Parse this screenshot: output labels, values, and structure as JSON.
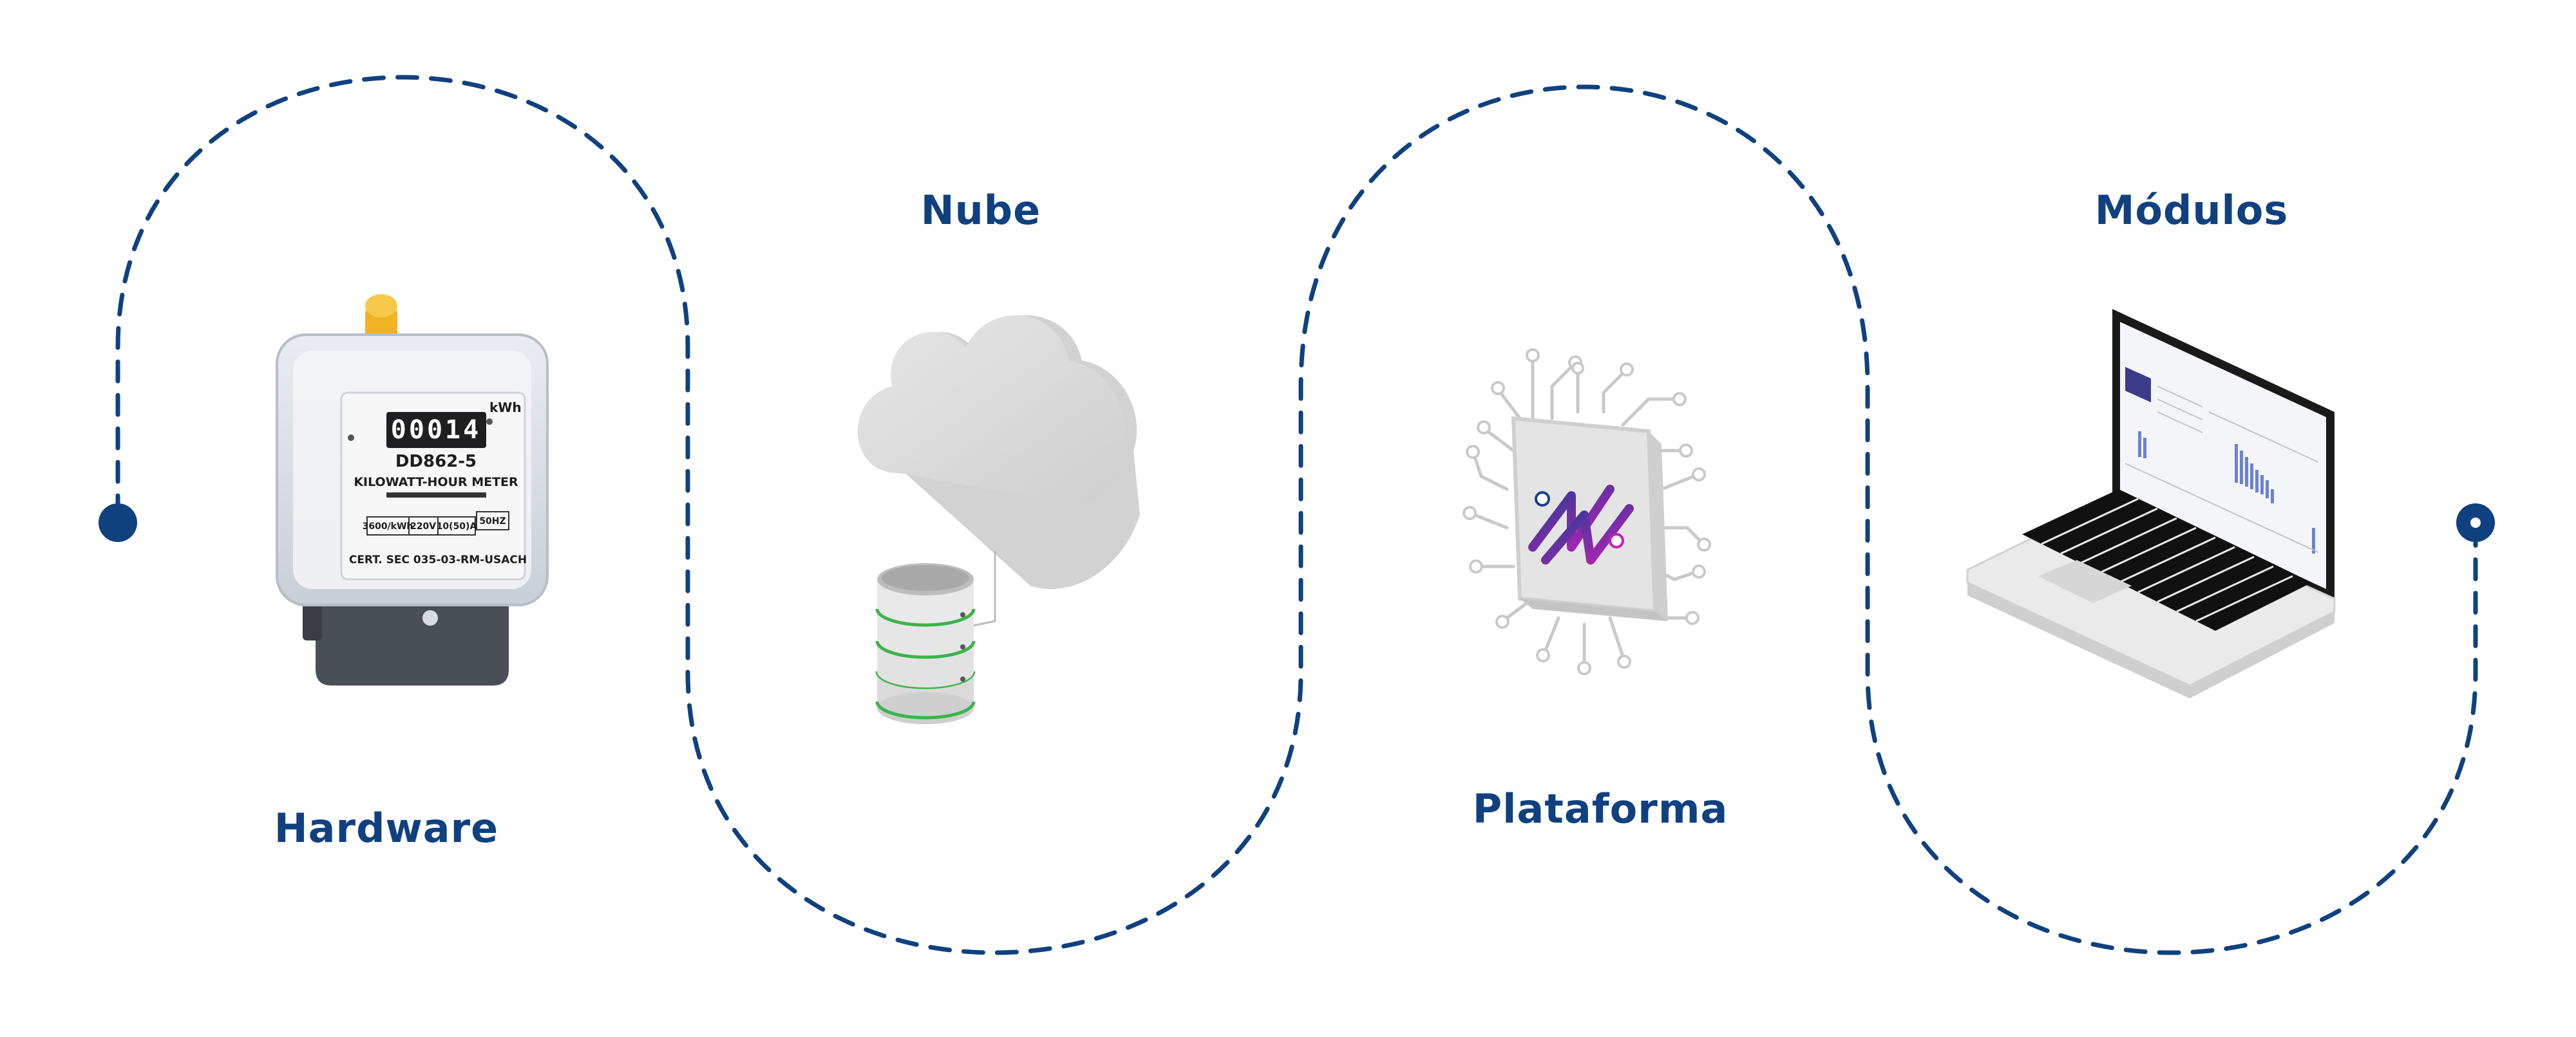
{
  "stages": {
    "hardware": {
      "label": "Hardware"
    },
    "nube": {
      "label": "Nube"
    },
    "plataforma": {
      "label": "Plataforma"
    },
    "modulos": {
      "label": "Módulos"
    }
  },
  "meter": {
    "reading": "00014",
    "unit": "kWh",
    "model": "DD862-5",
    "type": "KILOWATT-HOUR METER",
    "spec_imp": "3600/kWh",
    "spec_voltage": "220V",
    "spec_current": "10(50)A",
    "spec_freq": "50HZ",
    "cert": "CERT. SEC 035-03-RM-USACH"
  },
  "icons": {
    "hardware": "electric-meter-icon",
    "nube": "cloud-database-icon",
    "plataforma": "chip-icon",
    "modulos": "laptop-dashboard-icon"
  },
  "colors": {
    "path": "#0f4180",
    "label": "#0f4180",
    "meter_knob": "#f2b322",
    "db_band": "#3bb54a",
    "chip_gradient_start": "#1b3f8f",
    "chip_gradient_end": "#c51fb8"
  }
}
